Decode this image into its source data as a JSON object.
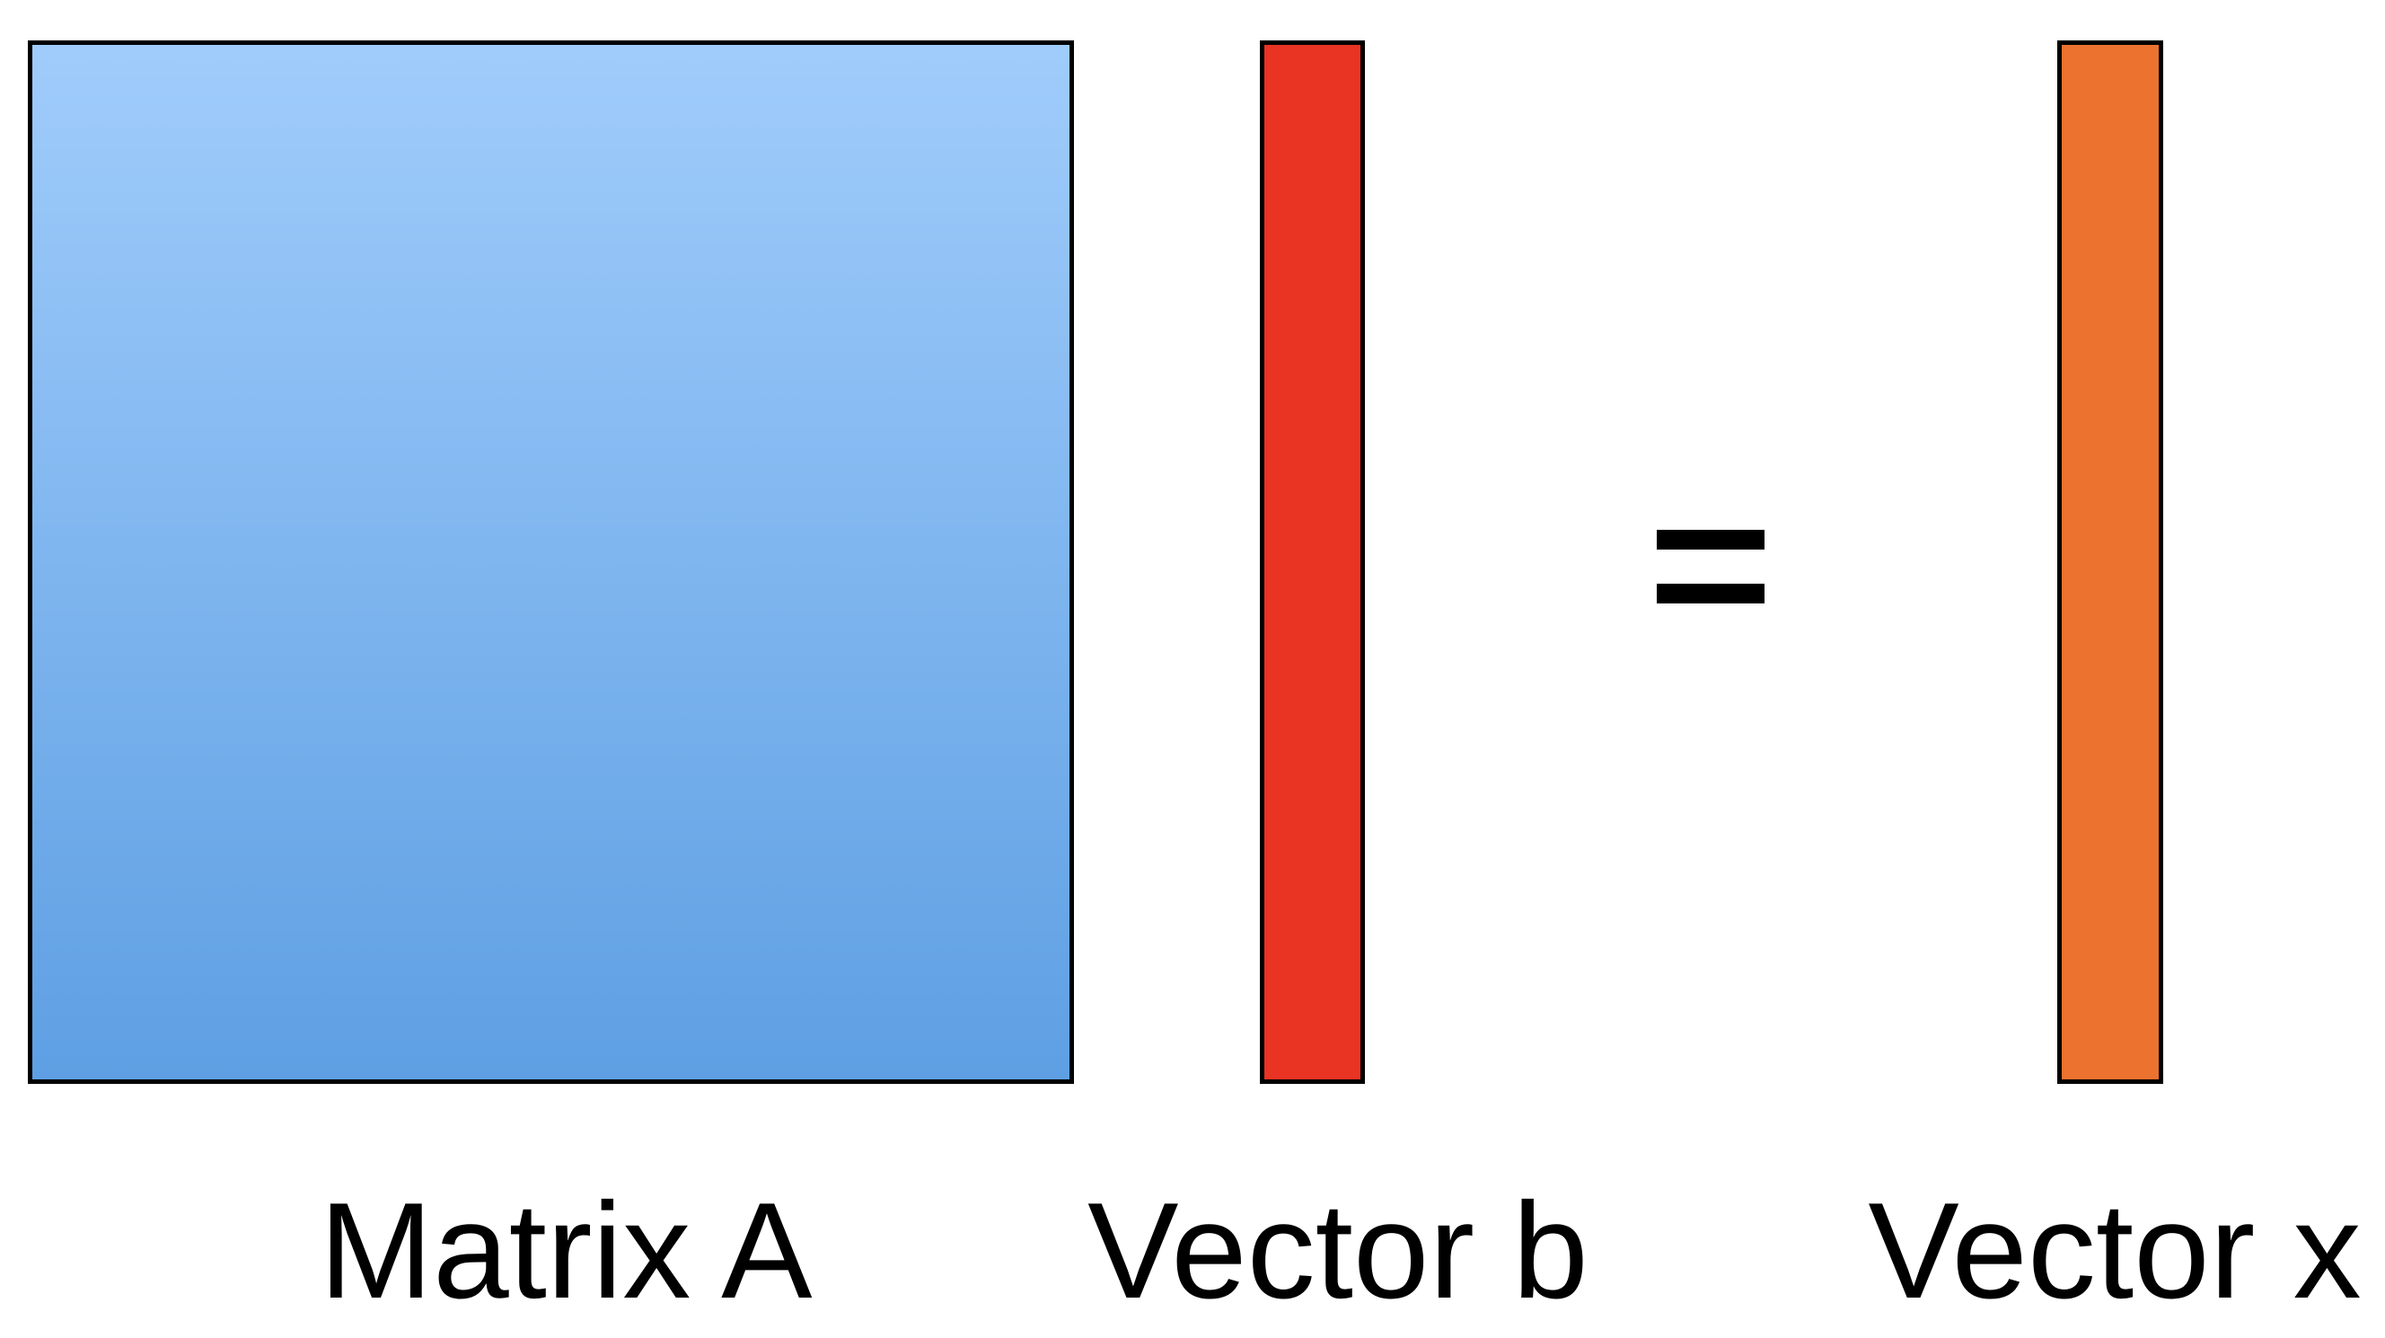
{
  "diagram": {
    "matrix": {
      "label": "Matrix A",
      "gradient_top": "#a0ccfb",
      "gradient_bottom": "#5e9fe3"
    },
    "vector_b": {
      "label": "Vector b",
      "color": "#e93323"
    },
    "operator": {
      "symbol": "equals-sign"
    },
    "vector_x": {
      "label": "Vector x",
      "color": "#ec722f"
    }
  }
}
